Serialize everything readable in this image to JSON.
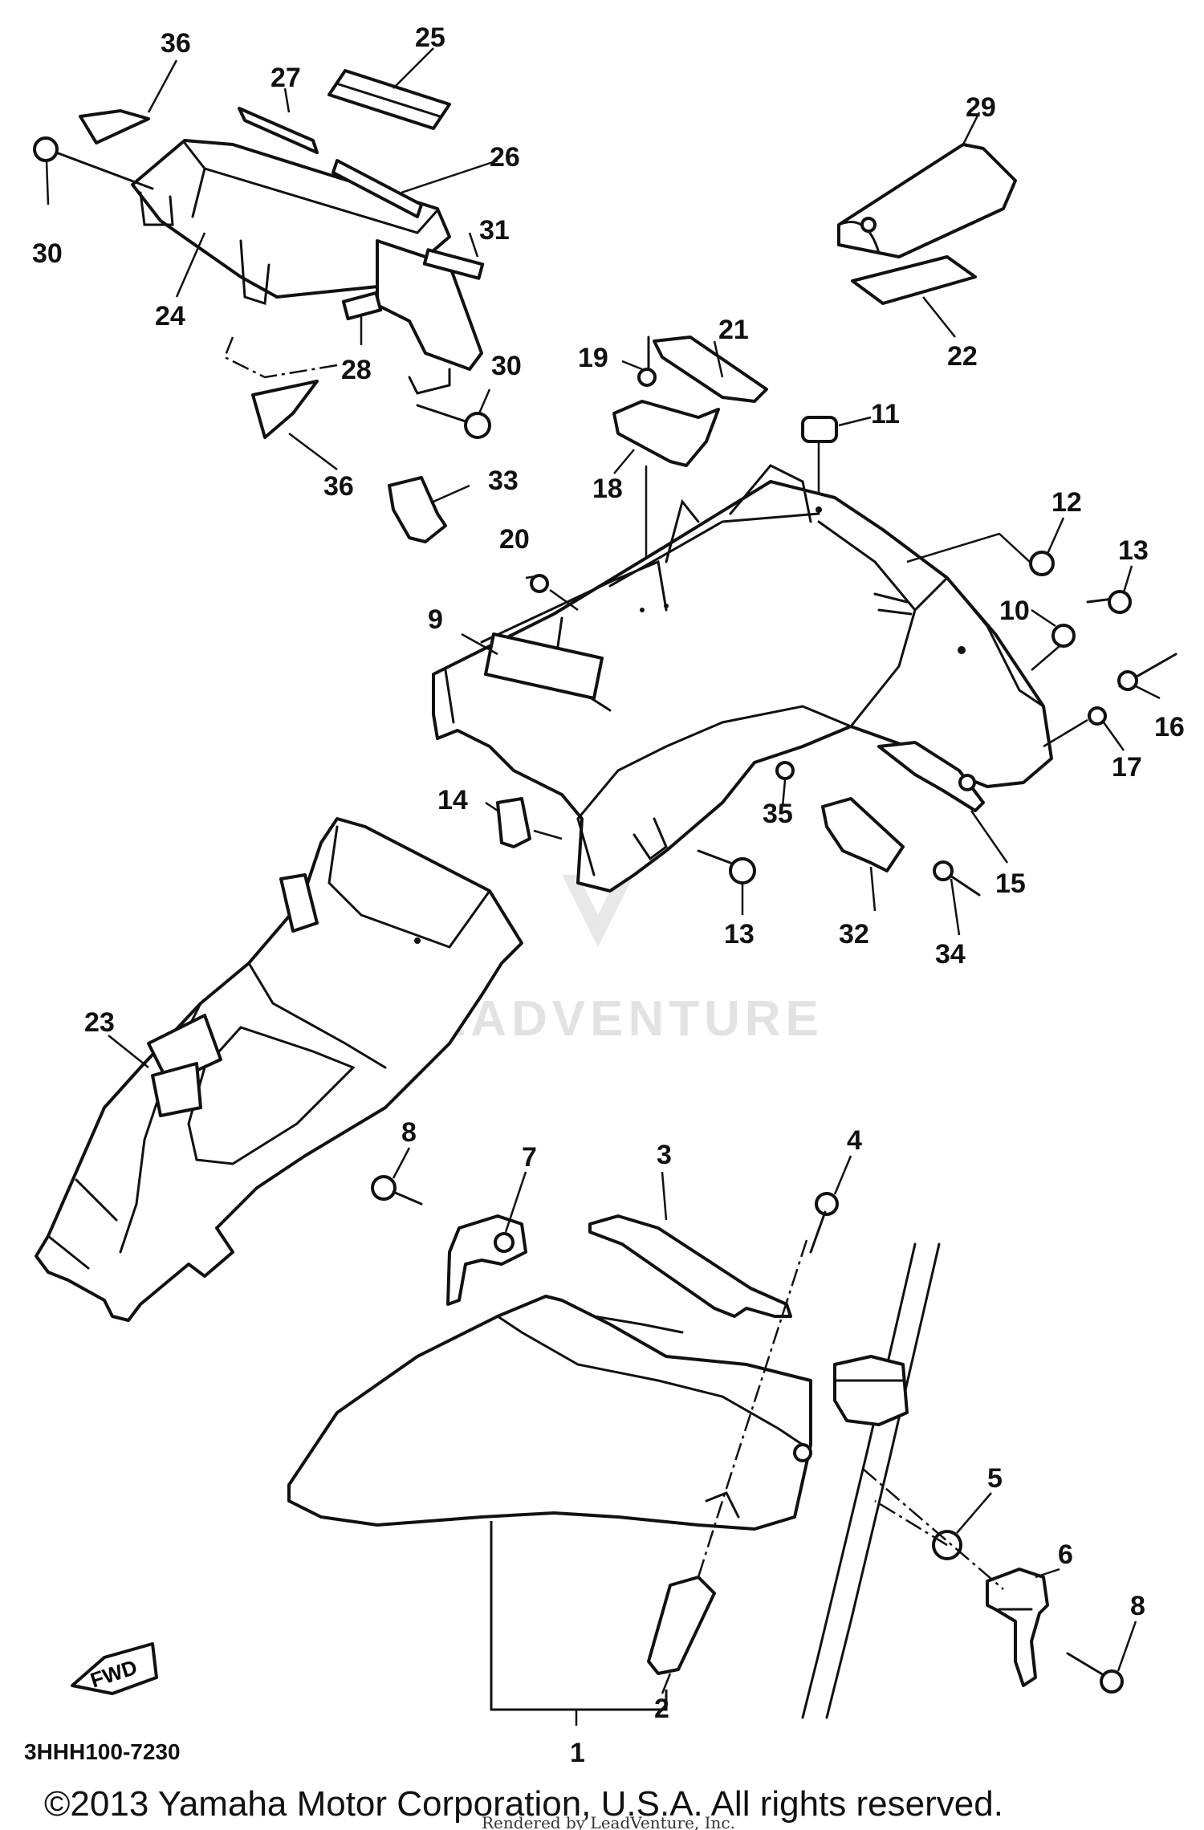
{
  "diagram": {
    "code": "3HHH100-7230",
    "copyright": "©2013 Yamaha Motor Corporation, U.S.A. All rights reserved.",
    "rendered_by": "Rendered by LeadVenture, Inc.",
    "watermark": "LEADVENTURE",
    "fwd_label": "FWD"
  },
  "callouts": [
    {
      "id": "c1",
      "text": "1"
    },
    {
      "id": "c2",
      "text": "2"
    },
    {
      "id": "c3",
      "text": "3"
    },
    {
      "id": "c4",
      "text": "4"
    },
    {
      "id": "c5",
      "text": "5"
    },
    {
      "id": "c6",
      "text": "6"
    },
    {
      "id": "c7",
      "text": "7"
    },
    {
      "id": "c8a",
      "text": "8"
    },
    {
      "id": "c8b",
      "text": "8"
    },
    {
      "id": "c9",
      "text": "9"
    },
    {
      "id": "c10",
      "text": "10"
    },
    {
      "id": "c11",
      "text": "11"
    },
    {
      "id": "c12",
      "text": "12"
    },
    {
      "id": "c13a",
      "text": "13"
    },
    {
      "id": "c13b",
      "text": "13"
    },
    {
      "id": "c14",
      "text": "14"
    },
    {
      "id": "c15",
      "text": "15"
    },
    {
      "id": "c16",
      "text": "16"
    },
    {
      "id": "c17",
      "text": "17"
    },
    {
      "id": "c18",
      "text": "18"
    },
    {
      "id": "c19",
      "text": "19"
    },
    {
      "id": "c20",
      "text": "20"
    },
    {
      "id": "c21",
      "text": "21"
    },
    {
      "id": "c22",
      "text": "22"
    },
    {
      "id": "c23",
      "text": "23"
    },
    {
      "id": "c24",
      "text": "24"
    },
    {
      "id": "c25",
      "text": "25"
    },
    {
      "id": "c26",
      "text": "26"
    },
    {
      "id": "c27",
      "text": "27"
    },
    {
      "id": "c28",
      "text": "28"
    },
    {
      "id": "c29",
      "text": "29"
    },
    {
      "id": "c30a",
      "text": "30"
    },
    {
      "id": "c30b",
      "text": "30"
    },
    {
      "id": "c31",
      "text": "31"
    },
    {
      "id": "c32",
      "text": "32"
    },
    {
      "id": "c33",
      "text": "33"
    },
    {
      "id": "c34",
      "text": "34"
    },
    {
      "id": "c35",
      "text": "35"
    },
    {
      "id": "c36a",
      "text": "36"
    },
    {
      "id": "c36b",
      "text": "36"
    }
  ]
}
